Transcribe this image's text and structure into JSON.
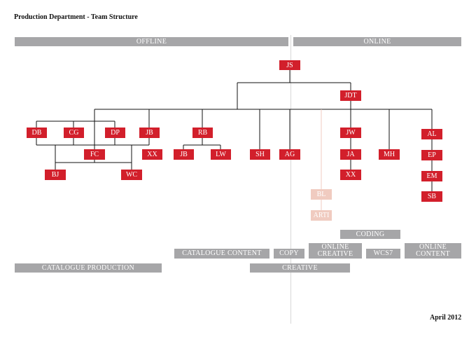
{
  "title": "Production Department - Team Structure",
  "date": "April 2012",
  "sections": {
    "offline": "OFFLINE",
    "online": "ONLINE"
  },
  "nodes": {
    "js": "JS",
    "jdt": "JDT",
    "db": "DB",
    "cg": "CG",
    "dp": "DP",
    "jb1": "JB",
    "rb": "RB",
    "fc": "FC",
    "xx1": "XX",
    "jb2": "JB",
    "lw": "LW",
    "sh": "SH",
    "ag": "AG",
    "bj": "BJ",
    "wc": "WC",
    "jw": "JW",
    "ja": "JA",
    "xx2": "XX",
    "mh": "MH",
    "al": "AL",
    "ep": "EP",
    "em": "EM",
    "sb": "SB",
    "bl": "BL",
    "arti": "ARTI"
  },
  "teams": {
    "coding": "CODING",
    "catalogue_content": "CATALOGUE CONTENT",
    "copy": "COPY",
    "online_creative": "ONLINE CREATIVE",
    "wcs7": "WCS7",
    "online_content": "ONLINE CONTENT",
    "catalogue_production": "CATALOGUE PRODUCTION",
    "creative": "CREATIVE"
  },
  "colors": {
    "node": "#d21f2b",
    "node_pale": "#f0cbc0",
    "bar": "#a6a6a8",
    "line": "#111111"
  }
}
